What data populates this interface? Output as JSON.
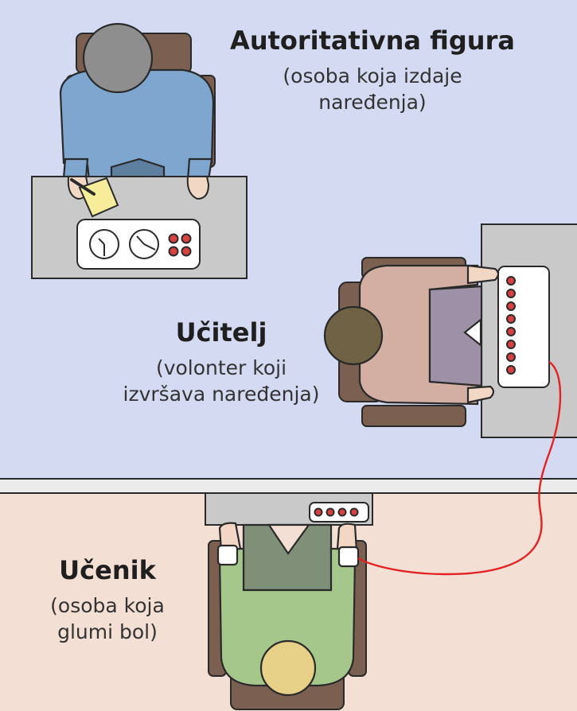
{
  "colors": {
    "top_room": "#d3daf2",
    "bottom_room": "#f3dfd4",
    "wall": "#ebebeb",
    "desk": "#c9c9c9",
    "outline": "#2a2a2a",
    "authority_shirt": "#7ea6cf",
    "authority_hair": "#8e8e8e",
    "teacher_shirt": "#d2aea3",
    "teacher_pants": "#9e90a6",
    "teacher_hair": "#6f6245",
    "learner_shirt": "#a6c78c",
    "learner_pants": "#7f8f78",
    "learner_hair": "#e7d188",
    "skin": "#f1d7c4",
    "chair": "#7b6052",
    "note": "#f6ec99",
    "button_red": "#d64040",
    "cable": "#e32222"
  },
  "labels": {
    "authority": {
      "title": "Autoritativna figura",
      "line1": "(osoba koja izdaje",
      "line2": "naređenja)"
    },
    "teacher": {
      "title": "Učitelj",
      "line1": "(volonter koji",
      "line2": "izvršava naređenja)"
    },
    "learner": {
      "title": "Učenik",
      "line1": "(osoba koja",
      "line2": "glumi bol)"
    }
  }
}
